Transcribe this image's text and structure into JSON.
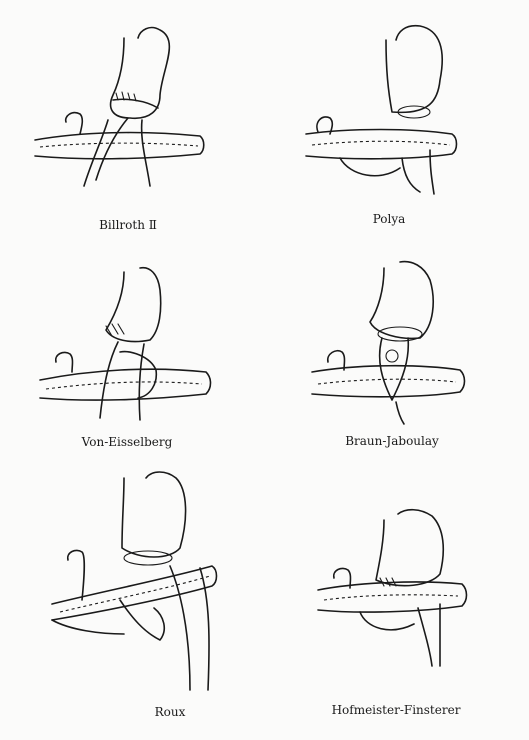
{
  "diagrams": [
    {
      "caption": "Billroth Ⅱ"
    },
    {
      "caption": "Polya"
    },
    {
      "caption": "Von-Eisselberg"
    },
    {
      "caption": "Braun-Jaboulay"
    },
    {
      "caption": "Roux"
    },
    {
      "caption": "Hofmeister-Finsterer"
    }
  ]
}
